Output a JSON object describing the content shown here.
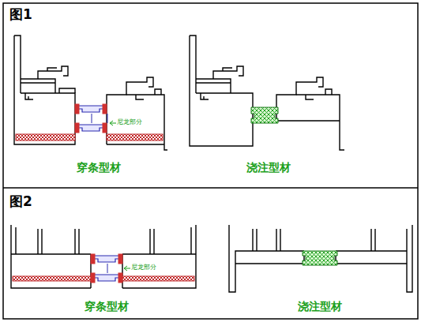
{
  "diagram": {
    "labels": [
      "图1",
      "穿条型材",
      "尼龙部分",
      "浇注型材",
      "图2",
      "穿条型材",
      "尼龙部分",
      "浇注型材"
    ]
  }
}
